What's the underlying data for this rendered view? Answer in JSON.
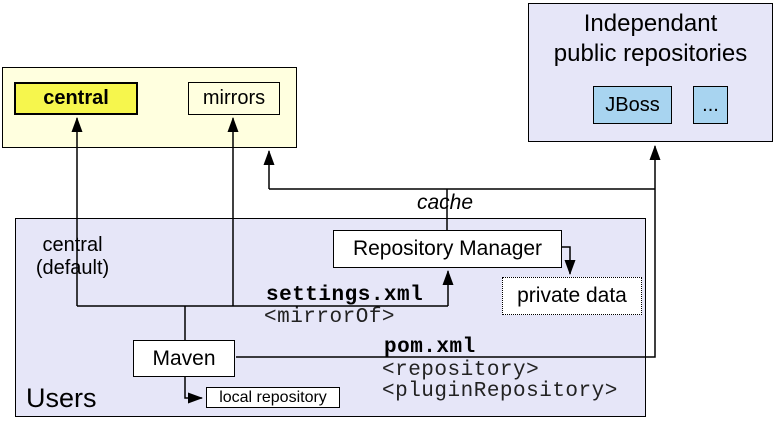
{
  "groups": {
    "remote": {
      "central": "central",
      "mirrors": "mirrors"
    },
    "independent": {
      "title_line1": "Independant",
      "title_line2": "public repositories",
      "jboss": "JBoss",
      "more": "..."
    },
    "users": {
      "label": "Users",
      "central_default_line1": "central",
      "central_default_line2": "(default)",
      "repository_manager": "Repository Manager",
      "private_data": "private data",
      "maven": "Maven",
      "local_repository": "local repository"
    }
  },
  "annotations": {
    "cache": "cache",
    "settings_xml": "settings.xml",
    "mirror_of": "<mirrorOf>",
    "pom_xml": "pom.xml",
    "repository_tag": "<repository>",
    "plugin_repository_tag": "<pluginRepository>"
  },
  "colors": {
    "pale_yellow": "#FFFFDF",
    "highlight_yellow": "#F6F64D",
    "lavender": "#E6E6F8",
    "light_blue": "#A8D4F0",
    "node_white": "#FFFFFF",
    "line_black": "#000000"
  }
}
